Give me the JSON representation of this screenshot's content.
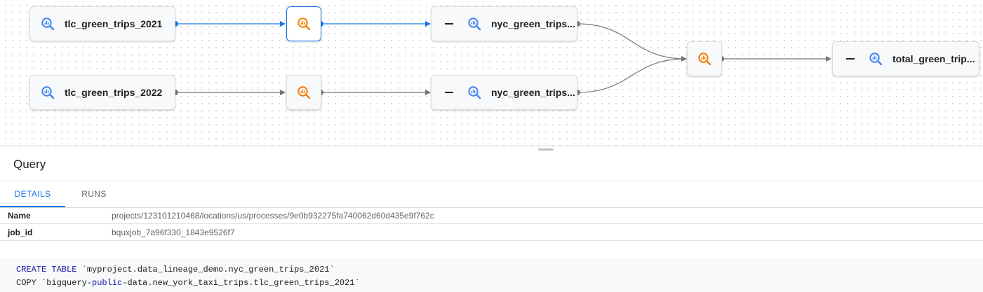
{
  "graph": {
    "nodes": {
      "tlc_green_trips_2021": "tlc_green_trips_2021",
      "tlc_green_trips_2022": "tlc_green_trips_2022",
      "nyc_green_trips_top": "nyc_green_trips...",
      "nyc_green_trips_bottom": "nyc_green_trips...",
      "total_green_trips": "total_green_trip..."
    },
    "icons": {
      "table": "bigquery-table-icon",
      "process": "bigquery-process-icon",
      "collapse": "collapse-dash-icon"
    },
    "colors": {
      "table_icon": "#4285f4",
      "process_icon": "#f57c00",
      "selected_edge": "#1a73e8",
      "edge": "#757575"
    }
  },
  "panel": {
    "title": "Query",
    "tabs": [
      "DETAILS",
      "RUNS"
    ],
    "active_tab": "DETAILS",
    "details": [
      {
        "key": "Name",
        "value": "projects/123101210468/locations/us/processes/9e0b932275fa740062d60d435e9f762c"
      },
      {
        "key": "job_id",
        "value": "bquxjob_7a96f330_1843e9526f7"
      }
    ],
    "code": {
      "line1_kw": "CREATE TABLE",
      "line1_rest": " `myproject.data_lineage_demo.nyc_green_trips_2021`",
      "line2_a": "COPY `bigquery-",
      "line2_kw": "public",
      "line2_b": "-data.new_york_taxi_trips.tlc_green_trips_2021`"
    }
  }
}
